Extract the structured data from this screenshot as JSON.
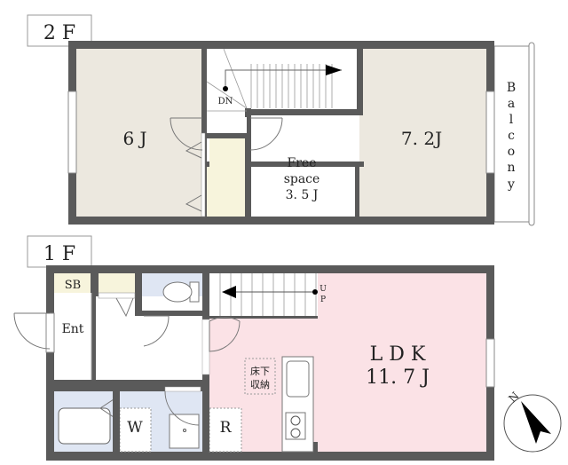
{
  "floor2": {
    "label": "2 F",
    "rooms": {
      "western_left": "6 J",
      "western_right": "7. 2J",
      "free_space_line1": "Free",
      "free_space_line2": "space",
      "free_space_line3": "3. 5 J"
    },
    "stairs_label": "DN",
    "balcony_letters": [
      "B",
      "a",
      "l",
      "c",
      "o",
      "n",
      "y"
    ]
  },
  "floor1": {
    "label": "1 F",
    "rooms": {
      "shoe_box": "SB",
      "entrance": "Ent",
      "ldk_line1": "L D K",
      "ldk_line2": "11. 7 J",
      "washer": "W",
      "fridge": "R",
      "underfloor_line1": "床下",
      "underfloor_line2": "収納"
    },
    "stairs_label_1": "U",
    "stairs_label_2": "P"
  },
  "compass": {
    "label": "N"
  },
  "colors": {
    "wall": "#5a5a5a",
    "western_room": "#ece8df",
    "closet": "#f7f4dc",
    "wet_area": "#dfe6f3",
    "ldk": "#fbe2e6"
  }
}
